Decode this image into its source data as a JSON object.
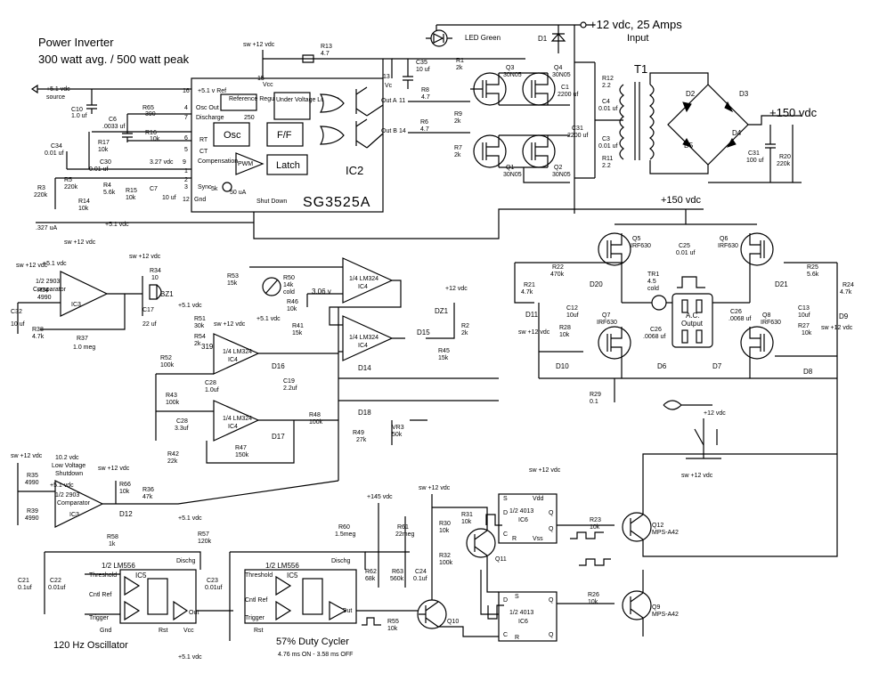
{
  "title": {
    "line1": "Power Inverter",
    "line2": "300 watt avg. / 500 watt peak"
  },
  "power": {
    "input_label": "+12 vdc,  25  Amps",
    "input_sub": "Input",
    "hv_label": "+150  vdc",
    "hv_label2": "+150  vdc",
    "sw12": "sw +12 vdc",
    "v51_source": "+5.1 vdc",
    "v51_source_sub": "source",
    "v145": "+145 vdc",
    "v12": "+12 vdc",
    "current_327": ".327 uA"
  },
  "ic2": {
    "name": "IC2",
    "part": "SG3525A",
    "blocks": {
      "vref": "+5.1 v Ref",
      "ref_reg": "Reference Regulator",
      "uvlo": "Under Voltage Lockout",
      "osc": "Osc",
      "ff": "F/F",
      "latch": "Latch",
      "pwm": "PWM",
      "vcc": "Vcc",
      "vc": "Vc",
      "outa": "Out A",
      "outb": "Out B",
      "gnd": "Gnd",
      "osc_out": "Osc Out",
      "discharge": "Discharge",
      "rt": "RT",
      "ct": "CT",
      "compensation": "Compensation",
      "sync": "Sync",
      "shutdown": "Shut Down",
      "ua50": "50 uA",
      "k5": "5k",
      "ref250": "250"
    }
  },
  "transformer": {
    "name": "T1"
  },
  "mosfets_lv": [
    {
      "ref": "Q3",
      "part": "30N05"
    },
    {
      "ref": "Q4",
      "part": "30N05"
    },
    {
      "ref": "Q1",
      "part": "30N05"
    },
    {
      "ref": "Q2",
      "part": "30N05"
    }
  ],
  "mosfets_hv": [
    {
      "ref": "Q5",
      "part": "IRF630"
    },
    {
      "ref": "Q6",
      "part": "IRF630"
    },
    {
      "ref": "Q7",
      "part": "IRF630"
    },
    {
      "ref": "Q8",
      "part": "IRF630"
    }
  ],
  "diodes": {
    "d1": "D1",
    "d2": "D2",
    "d3": "D3",
    "d4": "D4",
    "d5": "D5",
    "d6": "D6",
    "d7": "D7",
    "d8": "D8",
    "d9": "D9",
    "d10": "D10",
    "d11": "D11",
    "d12": "D12",
    "d14": "D14",
    "d15": "D15",
    "d16": "D16",
    "d17": "D17",
    "d18": "D18",
    "d20": "D20",
    "d21": "D21",
    "dz1": "DZ1"
  },
  "led": {
    "label": "LED Green"
  },
  "resistors": [
    {
      "ref": "R13",
      "val": "4.7"
    },
    {
      "ref": "R1",
      "val": "2k"
    },
    {
      "ref": "R8",
      "val": "4.7"
    },
    {
      "ref": "R9",
      "val": "2k"
    },
    {
      "ref": "R6",
      "val": "4.7"
    },
    {
      "ref": "R7",
      "val": "2k"
    },
    {
      "ref": "R12",
      "val": "2.2"
    },
    {
      "ref": "R11",
      "val": "2.2"
    },
    {
      "ref": "R20",
      "val": "220k"
    },
    {
      "ref": "R65",
      "val": "390"
    },
    {
      "ref": "R16",
      "val": "10k"
    },
    {
      "ref": "R17",
      "val": "10k"
    },
    {
      "ref": "R5",
      "val": "220k"
    },
    {
      "ref": "R3",
      "val": "220k"
    },
    {
      "ref": "R4",
      "val": "5.6k"
    },
    {
      "ref": "R14",
      "val": "10k"
    },
    {
      "ref": "R15",
      "val": "10k"
    },
    {
      "ref": "R34",
      "val": "4990"
    },
    {
      "ref": "R38",
      "val": "4.7k"
    },
    {
      "ref": "R37",
      "val": "1.0 meg"
    },
    {
      "ref": "R34b",
      "val": "10"
    },
    {
      "ref": "R53",
      "val": "15k"
    },
    {
      "ref": "R50",
      "val": "14k cold"
    },
    {
      "ref": "R46",
      "val": "10k"
    },
    {
      "ref": "R41",
      "val": "15k"
    },
    {
      "ref": "R51",
      "val": "30k"
    },
    {
      "ref": "R54",
      "val": "2k"
    },
    {
      "ref": "R52",
      "val": "100k"
    },
    {
      "ref": "R43",
      "val": "100k"
    },
    {
      "ref": "R42",
      "val": "22k"
    },
    {
      "ref": "R47",
      "val": "150k"
    },
    {
      "ref": "R48",
      "val": "100k"
    },
    {
      "ref": "R49",
      "val": "27k"
    },
    {
      "ref": "VR3",
      "val": "50k"
    },
    {
      "ref": "R2",
      "val": "2k"
    },
    {
      "ref": "R45",
      "val": "15k"
    },
    {
      "ref": "R21",
      "val": "4.7k"
    },
    {
      "ref": "R22",
      "val": "470k"
    },
    {
      "ref": "R28",
      "val": "10k"
    },
    {
      "ref": "R29",
      "val": "0.1"
    },
    {
      "ref": "TR1",
      "val": "4.5 cold"
    },
    {
      "ref": "R25",
      "val": "5.6k"
    },
    {
      "ref": "R24",
      "val": "4.7k"
    },
    {
      "ref": "R27",
      "val": "10k"
    },
    {
      "ref": "R35",
      "val": "4990"
    },
    {
      "ref": "R39",
      "val": "4990"
    },
    {
      "ref": "R66",
      "val": "10k"
    },
    {
      "ref": "R36",
      "val": "47k"
    },
    {
      "ref": "R58",
      "val": "1k"
    },
    {
      "ref": "R57",
      "val": "120k"
    },
    {
      "ref": "R60",
      "val": "1.5meg"
    },
    {
      "ref": "R61",
      "val": "22meg"
    },
    {
      "ref": "R62",
      "val": "68k"
    },
    {
      "ref": "R63",
      "val": "560k"
    },
    {
      "ref": "R30",
      "val": "10k"
    },
    {
      "ref": "R31",
      "val": "10k"
    },
    {
      "ref": "R32",
      "val": "100k"
    },
    {
      "ref": "R55",
      "val": "10k"
    },
    {
      "ref": "R23",
      "val": "10k"
    },
    {
      "ref": "R26",
      "val": "10k"
    }
  ],
  "capacitors": [
    {
      "ref": "C35",
      "val": "10 uf"
    },
    {
      "ref": "C10",
      "val": "1.0 uf"
    },
    {
      "ref": "C6",
      "val": ".0033 uf"
    },
    {
      "ref": "C34",
      "val": "0.01 uf"
    },
    {
      "ref": "C30",
      "val": "0.01 uf"
    },
    {
      "ref": "C7",
      "val": "10 uf"
    },
    {
      "ref": "C1",
      "val": "2200 uf"
    },
    {
      "ref": "C4",
      "val": "0.01 uf"
    },
    {
      "ref": "C31",
      "val": "2200 uf"
    },
    {
      "ref": "C3",
      "val": "0.01 uf"
    },
    {
      "ref": "C31b",
      "val": "100 uf"
    },
    {
      "ref": "C32",
      "val": "10 uf"
    },
    {
      "ref": "C17",
      "val": "22 uf"
    },
    {
      "ref": "C28",
      "val": "1.0uf"
    },
    {
      "ref": "C19",
      "val": "2.2uf"
    },
    {
      "ref": "C28b",
      "val": "3.3uf"
    },
    {
      "ref": "C25",
      "val": "0.01 uf"
    },
    {
      "ref": "C12",
      "val": "10uf"
    },
    {
      "ref": "C26",
      "val": ".0068 uf"
    },
    {
      "ref": "C26b",
      "val": ".0068 uf"
    },
    {
      "ref": "C13",
      "val": "10uf"
    },
    {
      "ref": "C21",
      "val": "0.1uf"
    },
    {
      "ref": "C22",
      "val": "0.01uf"
    },
    {
      "ref": "C23",
      "val": "0.01uf"
    },
    {
      "ref": "C24",
      "val": "0.1uf"
    }
  ],
  "opamps": {
    "ic3a": {
      "line1": "1/2  2903",
      "line2": "Comparator",
      "line3": "IC3"
    },
    "ic3b": {
      "line1": "1/2  2903",
      "line2": "Comparator",
      "line3": "IC3"
    },
    "ic4a": {
      "line1": "1/4 LM324",
      "line2": "IC4"
    },
    "ic4b": {
      "line1": "1/4 LM324",
      "line2": "IC4"
    },
    "ic4c": {
      "line1": "1/4 LM324",
      "line2": "IC4"
    },
    "ic4d": {
      "line1": "1/4 LM324",
      "line2": "IC4"
    }
  },
  "misc": {
    "bz1": "BZ1",
    "v306": "3.06 v",
    "v319": "319 v",
    "v327": "3.27 vdc",
    "lowv_line1": "10.2 vdc",
    "lowv_line2": "Low Voltage",
    "lowv_line3": "Shutdown",
    "ac_output_line1": "A.C.",
    "ac_output_line2": "Output"
  },
  "timers": {
    "ic5a": {
      "line1": "1/2  LM556",
      "line2": "IC5",
      "threshold": "Threshold",
      "cntl": "Cntl Ref",
      "trigger": "Trigger",
      "gnd": "Gnd",
      "rst": "Rst",
      "vcc": "Vcc",
      "dischg": "Dischg",
      "out": "Out"
    },
    "ic5b": {
      "line1": "1/2  LM556",
      "line2": "IC5",
      "threshold": "Threshold",
      "cntl": "Cntl Ref",
      "trigger": "Trigger",
      "rst": "Rst",
      "dischg": "Dischg",
      "out": "Out"
    },
    "osc_label": "120 Hz Oscillator",
    "duty_label": "57% Duty Cycler",
    "duty_sub": "4.76 ms ON - 3.58 ms OFF"
  },
  "flipflops": {
    "ic6a": {
      "line1": "1/2   4013",
      "line2": "IC6",
      "vdd": "Vdd",
      "vss": "Vss"
    },
    "ic6b": {
      "line1": "1/2   4013",
      "line2": "IC6"
    }
  },
  "transistors": [
    {
      "ref": "Q10",
      "part": ""
    },
    {
      "ref": "Q11",
      "part": ""
    },
    {
      "ref": "Q12",
      "part": "MPS-A42"
    },
    {
      "ref": "Q9",
      "part": "MPS-A42"
    }
  ]
}
